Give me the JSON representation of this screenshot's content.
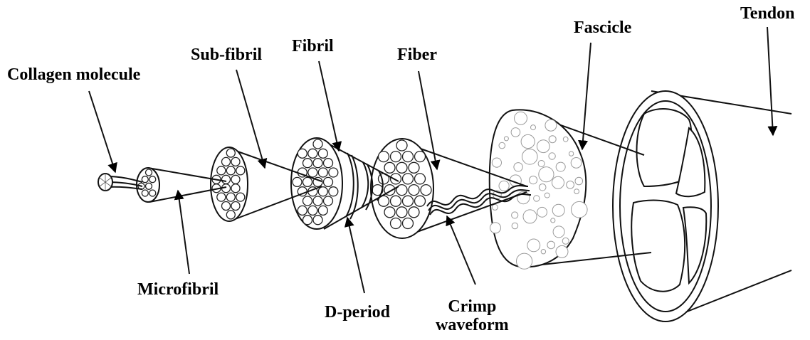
{
  "labels": {
    "collagen_molecule": "Collagen molecule",
    "sub_fibril": "Sub-fibril",
    "fibril": "Fibril",
    "fiber": "Fiber",
    "fascicle": "Fascicle",
    "tendon": "Tendon",
    "microfibril": "Microfibril",
    "d_period": "D-period",
    "crimp_line1": "Crimp",
    "crimp_line2": "waveform"
  },
  "colors": {
    "stroke": "#111111",
    "background": "#ffffff",
    "fascicle_texture": "#9a9a9a"
  }
}
